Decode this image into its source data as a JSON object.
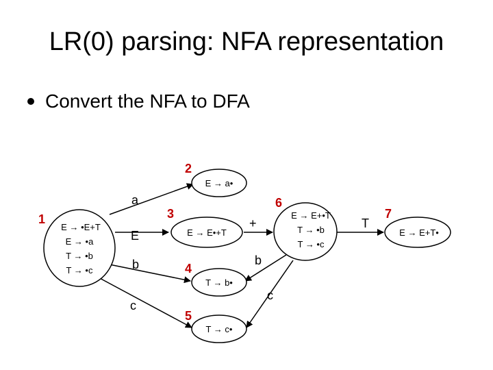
{
  "slide": {
    "title": "LR(0) parsing: NFA representation",
    "bullet": "Convert the NFA to DFA"
  },
  "states": {
    "s1": {
      "number": "1",
      "items": [
        "E → •E+T",
        "E → •a",
        "T → •b",
        "T → •c"
      ]
    },
    "s2": {
      "number": "2",
      "items": [
        "E → a•"
      ]
    },
    "s3": {
      "number": "3",
      "items": [
        "E → E•+T"
      ]
    },
    "s4": {
      "number": "4",
      "items": [
        "T → b•"
      ]
    },
    "s5": {
      "number": "5",
      "items": [
        "T → c•"
      ]
    },
    "s6": {
      "number": "6",
      "items": [
        "E → E+•T",
        "T → •b",
        "T → •c"
      ]
    },
    "s7": {
      "number": "7",
      "items": [
        "E → E+T•"
      ]
    }
  },
  "edges": {
    "e12": "a",
    "e13": "E",
    "e14": "b",
    "e15": "c",
    "e36": "+",
    "e64": "b",
    "e65": "c",
    "e67": "T"
  },
  "colors": {
    "state_number": "#c00000",
    "line": "#000000"
  }
}
